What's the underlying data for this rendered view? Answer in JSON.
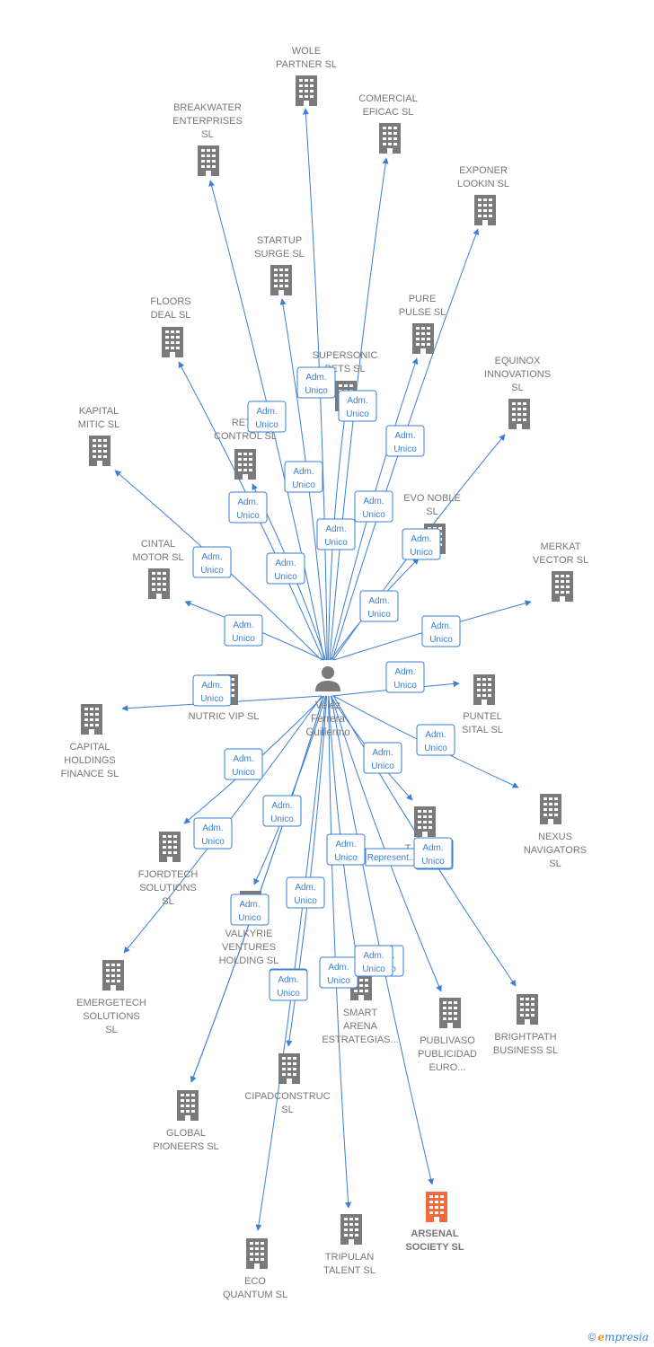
{
  "colors": {
    "edge": "#3a7fd5",
    "node": "#7a7a7a",
    "highlight": "#f26a3b",
    "label": "#777777"
  },
  "center": {
    "label": [
      "Velez",
      "Ferrera",
      "Guillermo"
    ],
    "icon": "person-icon"
  },
  "relation_label": [
    "Adm.",
    "Unico"
  ],
  "companies": [
    {
      "id": "wole",
      "label": [
        "WOLE",
        "PARTNER  SL"
      ]
    },
    {
      "id": "comercial",
      "label": [
        "COMERCIAL",
        "EFICAC  SL"
      ]
    },
    {
      "id": "breakwater",
      "label": [
        "BREAKWATER",
        "ENTERPRISES",
        "SL"
      ]
    },
    {
      "id": "exponer",
      "label": [
        "EXPONER",
        "LOOKIN  SL"
      ]
    },
    {
      "id": "startup",
      "label": [
        "STARTUP",
        "SURGE  SL"
      ]
    },
    {
      "id": "floors",
      "label": [
        "FLOORS",
        "DEAL  SL"
      ]
    },
    {
      "id": "pure",
      "label": [
        "PURE",
        "PULSE  SL"
      ]
    },
    {
      "id": "supersonic",
      "label": [
        "SUPERSONIC",
        "PETS  SL"
      ]
    },
    {
      "id": "equinox",
      "label": [
        "EQUINOX",
        "INNOVATIONS",
        "SL"
      ]
    },
    {
      "id": "kapital",
      "label": [
        "KAPITAL",
        "MITIC  SL"
      ]
    },
    {
      "id": "reto",
      "label": [
        "RETO",
        "CONTROL  SL"
      ]
    },
    {
      "id": "evo",
      "label": [
        "EVO NOBLE",
        "SL"
      ]
    },
    {
      "id": "cintal",
      "label": [
        "CINTAL",
        "MOTOR  SL"
      ]
    },
    {
      "id": "merkat",
      "label": [
        "MERKAT",
        "VECTOR  SL"
      ]
    },
    {
      "id": "nutric",
      "label": [
        "NUTRIC VIP  SL"
      ]
    },
    {
      "id": "puntel",
      "label": [
        "PUNTEL",
        "SITAL  SL"
      ]
    },
    {
      "id": "capital",
      "label": [
        "CAPITAL",
        "HOLDINGS",
        "FINANCE  SL"
      ]
    },
    {
      "id": "nexus",
      "label": [
        "NEXUS",
        "NAVIGATORS",
        "SL"
      ]
    },
    {
      "id": "fjordtech",
      "label": [
        "FJORDTECH",
        "SOLUTIONS",
        "SL"
      ]
    },
    {
      "id": "t_hidden",
      "label": [
        "T..."
      ]
    },
    {
      "id": "valkyrie",
      "label": [
        "VALKYRIE",
        "VENTURES",
        "HOLDING  SL"
      ]
    },
    {
      "id": "emergetech",
      "label": [
        "EMERGETECH",
        "SOLUTIONS",
        "SL"
      ]
    },
    {
      "id": "smart",
      "label": [
        "SMART",
        "ARENA",
        "ESTRATEGIAS..."
      ]
    },
    {
      "id": "publivaso",
      "label": [
        "PUBLIVASO",
        "PUBLICIDAD",
        "EURO..."
      ]
    },
    {
      "id": "brightpath",
      "label": [
        "BRIGHTPATH",
        "BUSINESS  SL"
      ]
    },
    {
      "id": "cipad",
      "label": [
        "CIPADCONSTRUC",
        "SL"
      ]
    },
    {
      "id": "global",
      "label": [
        "GLOBAL",
        "PIONEERS  SL"
      ]
    },
    {
      "id": "tripulan",
      "label": [
        "TRIPULAN",
        "TALENT  SL"
      ]
    },
    {
      "id": "arsenal",
      "label": [
        "ARSENAL",
        "SOCIETY  SL"
      ],
      "highlight": true
    },
    {
      "id": "eco",
      "label": [
        "ECO",
        "QUANTUM  SL"
      ]
    }
  ],
  "extra_edge_label": [
    "Represent..."
  ],
  "brand": {
    "copyright": "©",
    "e": "e",
    "name": "mpresia"
  }
}
